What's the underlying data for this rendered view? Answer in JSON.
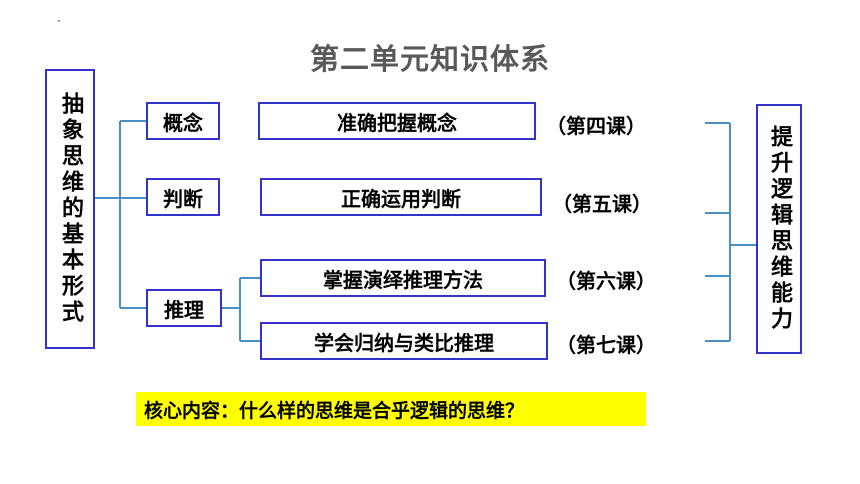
{
  "title": "第二单元知识体系",
  "left_box": "抽象思维的基本形式",
  "right_box": "提升逻辑思维能力",
  "categories": {
    "concept": "概念",
    "judgment": "判断",
    "reasoning": "推理"
  },
  "topics": {
    "concept": "准确把握概念",
    "judgment": "正确运用判断",
    "deductive": "掌握演绎推理方法",
    "inductive": "学会归纳与类比推理"
  },
  "lessons": {
    "lesson4": "（第四课）",
    "lesson5": "（第五课）",
    "lesson6": "（第六课）",
    "lesson7": "（第七课）"
  },
  "core": "核心内容：什么样的思维是合乎逻辑的思维？",
  "colors": {
    "box_border": "#3333cc",
    "connector": "#4a90c4",
    "highlight": "#ffff00",
    "title": "#595959"
  }
}
